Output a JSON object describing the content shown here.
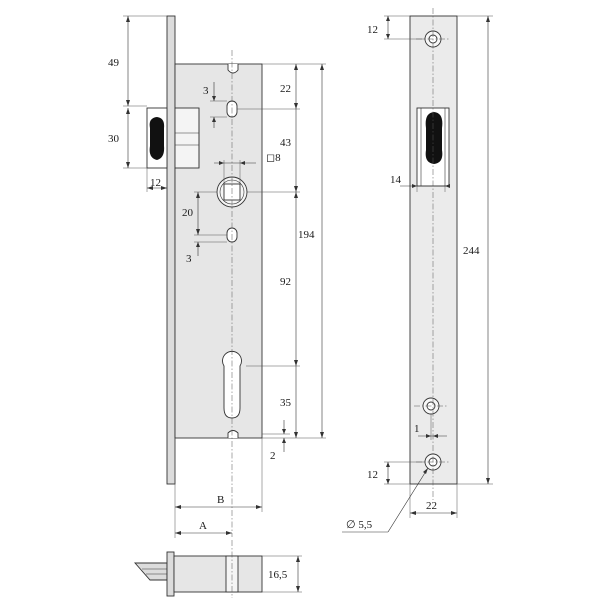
{
  "dimensions": {
    "d49": "49",
    "d30": "30",
    "d12_bolt": "12",
    "d3_top": "3",
    "d22_top": "22",
    "d43": "43",
    "d8_square": "◻8",
    "d20": "20",
    "d3_mid": "3",
    "d194": "194",
    "d92": "92",
    "d35": "35",
    "d2": "2",
    "dB": "B",
    "dA": "A",
    "d16_5": "16,5",
    "d12_plate_top": "12",
    "d14": "14",
    "d244": "244",
    "d1": "1",
    "d12_plate_bottom": "12",
    "d22_plate": "22",
    "d_hole": "∅ 5,5"
  },
  "colors": {
    "body_fill": "#e6e6e6",
    "plate_fill": "#ebebeb",
    "latch_fill": "#111111",
    "line": "#333333"
  }
}
